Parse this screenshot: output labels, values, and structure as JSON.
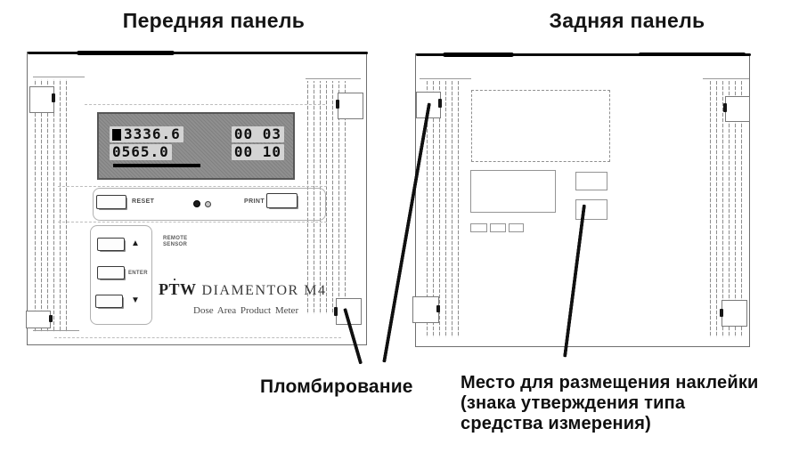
{
  "colors": {
    "paper": "#ffffff",
    "ink": "#0d0d0d",
    "line_gray": "#8f8f8f"
  },
  "front_panel": {
    "title": "Передняя панель",
    "display": {
      "row1_main": "3336.6",
      "row1_right": "00 03",
      "row2_main": "0565.0",
      "row2_right": "00 10"
    },
    "controls": {
      "reset": "RESET",
      "print": "PRINT",
      "up": "▲",
      "enter": "ENTER",
      "down": "▼",
      "remote_sensor_line1": "REMOTE",
      "remote_sensor_line2": "SENSOR"
    },
    "branding": {
      "logo": "PTW",
      "model": "DIAMENTOR M4",
      "subtitle": "Dose Area Product Meter"
    }
  },
  "rear_panel": {
    "title": "Задняя панель"
  },
  "callouts": {
    "sealing": "Пломбирование",
    "sticker_line1": "Место для размещения наклейки",
    "sticker_line2": "(знака утверждения типа",
    "sticker_line3": "средства измерения)"
  }
}
